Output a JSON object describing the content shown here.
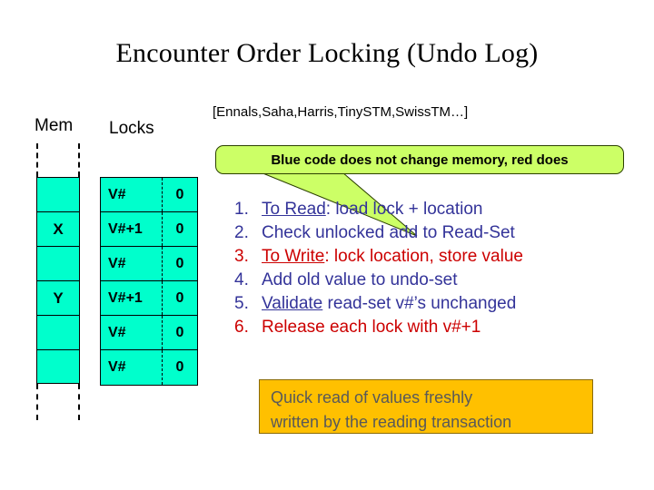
{
  "slide": {
    "title": "Encounter Order Locking (Undo Log)",
    "citation": "[Ennals,Saha,Harris,TinySTM,SwissTM…]"
  },
  "colors": {
    "cell_fill": "#00FFCC",
    "callout_fill": "#CCFF66",
    "orange_fill": "#FFC000",
    "blue_text": "#333399",
    "red_text": "#CC0000",
    "orange_text": "#595959"
  },
  "table": {
    "mem_header": "Mem",
    "locks_header": "Locks",
    "mem_cells": [
      "",
      "X",
      "",
      "Y",
      "",
      ""
    ],
    "lock_rows": [
      {
        "version": "V#",
        "value": "0"
      },
      {
        "version": "V#+1",
        "value": "0"
      },
      {
        "version": "V#",
        "value": "0"
      },
      {
        "version": "V#+1",
        "value": "0"
      },
      {
        "version": "V#",
        "value": "0"
      },
      {
        "version": "V#",
        "value": "0"
      }
    ]
  },
  "callout": {
    "text": "Blue code does not change memory, red does"
  },
  "steps": [
    {
      "num": "1.",
      "underlined": "To Read",
      "rest": ": load lock + location",
      "color": "blue"
    },
    {
      "num": "2.",
      "underlined": "",
      "rest": "Check unlocked add to Read-Set",
      "color": "blue"
    },
    {
      "num": "3.",
      "underlined": "To Write",
      "rest": ": lock location, store value",
      "color": "red"
    },
    {
      "num": "4.",
      "underlined": "",
      "rest": "Add old value to undo-set",
      "color": "blue"
    },
    {
      "num": "5.",
      "underlined": "Validate",
      "rest": " read-set v#’s unchanged",
      "color": "blue"
    },
    {
      "num": "6.",
      "underlined": "",
      "rest": "Release each lock with v#+1",
      "color": "red"
    }
  ],
  "orange_note": {
    "line1": "Quick read of values freshly",
    "line2": "written by the reading transaction"
  }
}
